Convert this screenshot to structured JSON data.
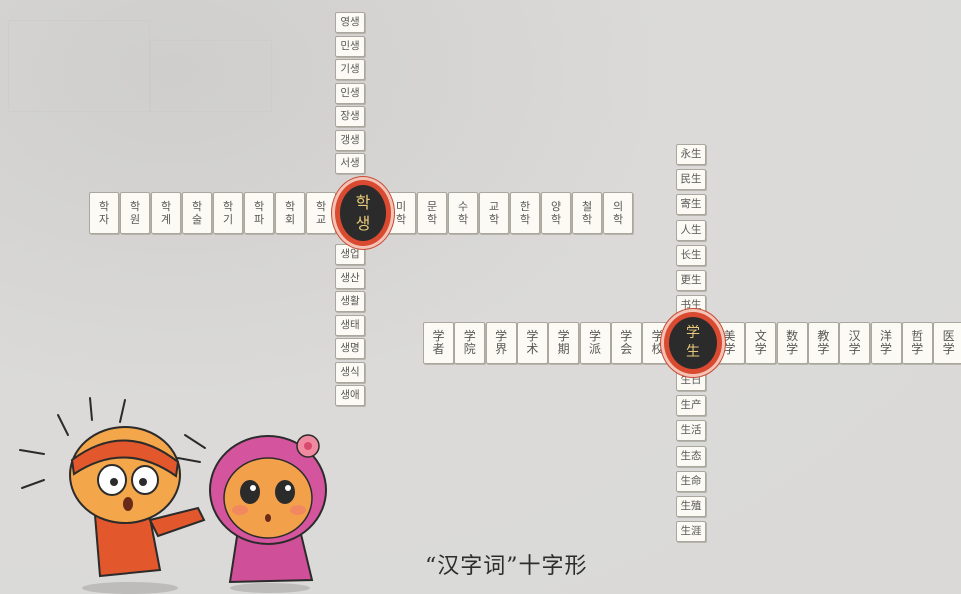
{
  "caption": "“汉字词”十字形",
  "korean_cross": {
    "center": "학\n생",
    "column_top": [
      "영생",
      "민생",
      "기생",
      "인생",
      "장생",
      "갱생",
      "서생"
    ],
    "column_bottom": [
      "생업",
      "생산",
      "생활",
      "생태",
      "생명",
      "생식",
      "생애"
    ],
    "row_left": [
      "학\n자",
      "학\n원",
      "학\n계",
      "학\n술",
      "학\n기",
      "학\n파",
      "학\n회",
      "학\n교"
    ],
    "row_right": [
      "미\n학",
      "문\n학",
      "수\n학",
      "교\n학",
      "한\n학",
      "양\n학",
      "철\n학",
      "의\n학"
    ]
  },
  "chinese_cross": {
    "center": "学\n生",
    "column_top": [
      "永生",
      "民生",
      "寄生",
      "人生",
      "长生",
      "更生",
      "书生"
    ],
    "column_bottom": [
      "生日",
      "生产",
      "生活",
      "生态",
      "生命",
      "生殖",
      "生涯"
    ],
    "row_left": [
      "学\n者",
      "学\n院",
      "学\n界",
      "学\n术",
      "学\n期",
      "学\n派",
      "学\n会",
      "学\n校"
    ],
    "row_right": [
      "美\n学",
      "文\n学",
      "数\n学",
      "教\n学",
      "汉\n学",
      "洋\n学",
      "哲\n学",
      "医\n学"
    ]
  },
  "colors": {
    "background": "#d9d8d6",
    "tile": "#fbfaf5",
    "center_fill": "#2b2b2b",
    "center_ring": "#d94a30",
    "center_text": "#e9c97b"
  },
  "illustration": {
    "left_character": "orange-boy-character",
    "right_character": "pink-hooded-girl-character"
  }
}
